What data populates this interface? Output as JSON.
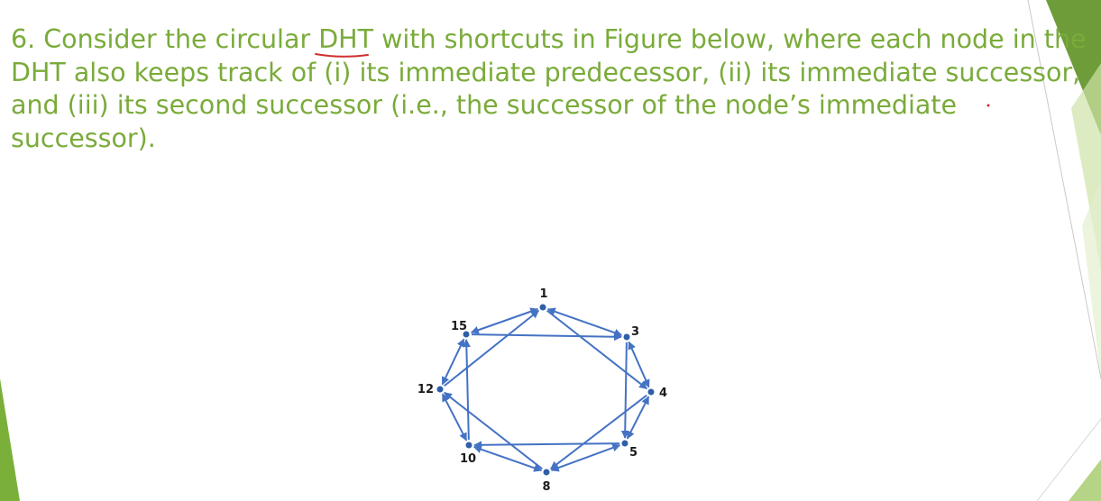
{
  "question": {
    "lines": [
      "6. Consider the circular DHT with shortcuts in Figure below, where each node in the",
      "DHT also keeps track of (i) its immediate predecessor, (ii) its immediate successor,",
      "and (iii) its second successor (i.e., the successor of the node’s immediate",
      "successor)."
    ]
  },
  "figure": {
    "nodes": [
      "1",
      "3",
      "4",
      "5",
      "8",
      "10",
      "12",
      "15"
    ],
    "node_color": "#2e5fa8",
    "edge_color": "#4472c4"
  },
  "theme": {
    "text_color": "#7aab3a",
    "accent_green": "#76a83a",
    "annotation_color": "#d03030"
  }
}
